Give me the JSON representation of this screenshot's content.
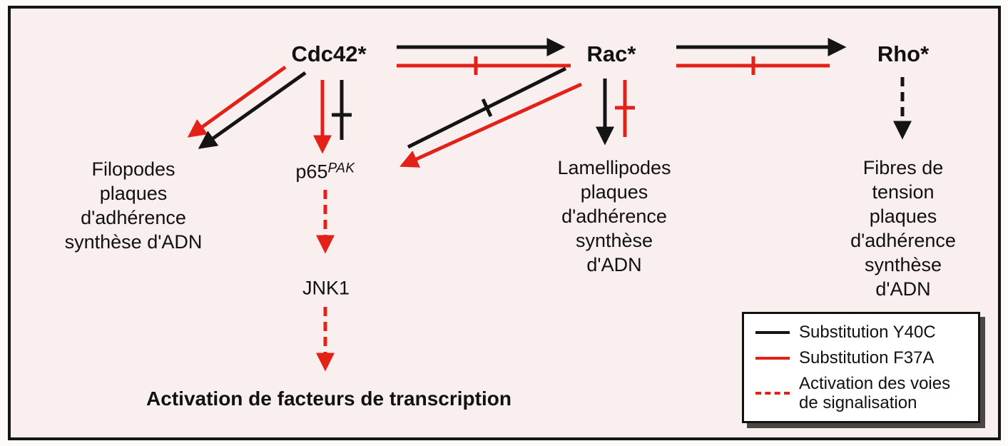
{
  "diagram": {
    "nodes": {
      "cdc42": "Cdc42*",
      "rac": "Rac*",
      "rho": "Rho*"
    },
    "intermediates": {
      "p65_base": "p65",
      "p65_sup": "PAK",
      "jnk1": "JNK1"
    },
    "final_label": "Activation de facteurs de transcription",
    "outcomes": {
      "filopodes": [
        "Filopodes",
        "plaques",
        "d'adhérence",
        "synthèse d'ADN"
      ],
      "lamellipodes": [
        "Lamellipodes",
        "plaques",
        "d'adhérence",
        "synthèse",
        "d'ADN"
      ],
      "fibres": [
        "Fibres de",
        "tension",
        "plaques",
        "d'adhérence",
        "synthèse",
        "d'ADN"
      ]
    },
    "legend": {
      "item1": "Substitution Y40C",
      "item2": "Substitution F37A",
      "item3_line1": "Activation des voies",
      "item3_line2": "de signalisation"
    },
    "colors": {
      "red": "#e32119",
      "black": "#141414",
      "background": "#f8efee"
    }
  }
}
